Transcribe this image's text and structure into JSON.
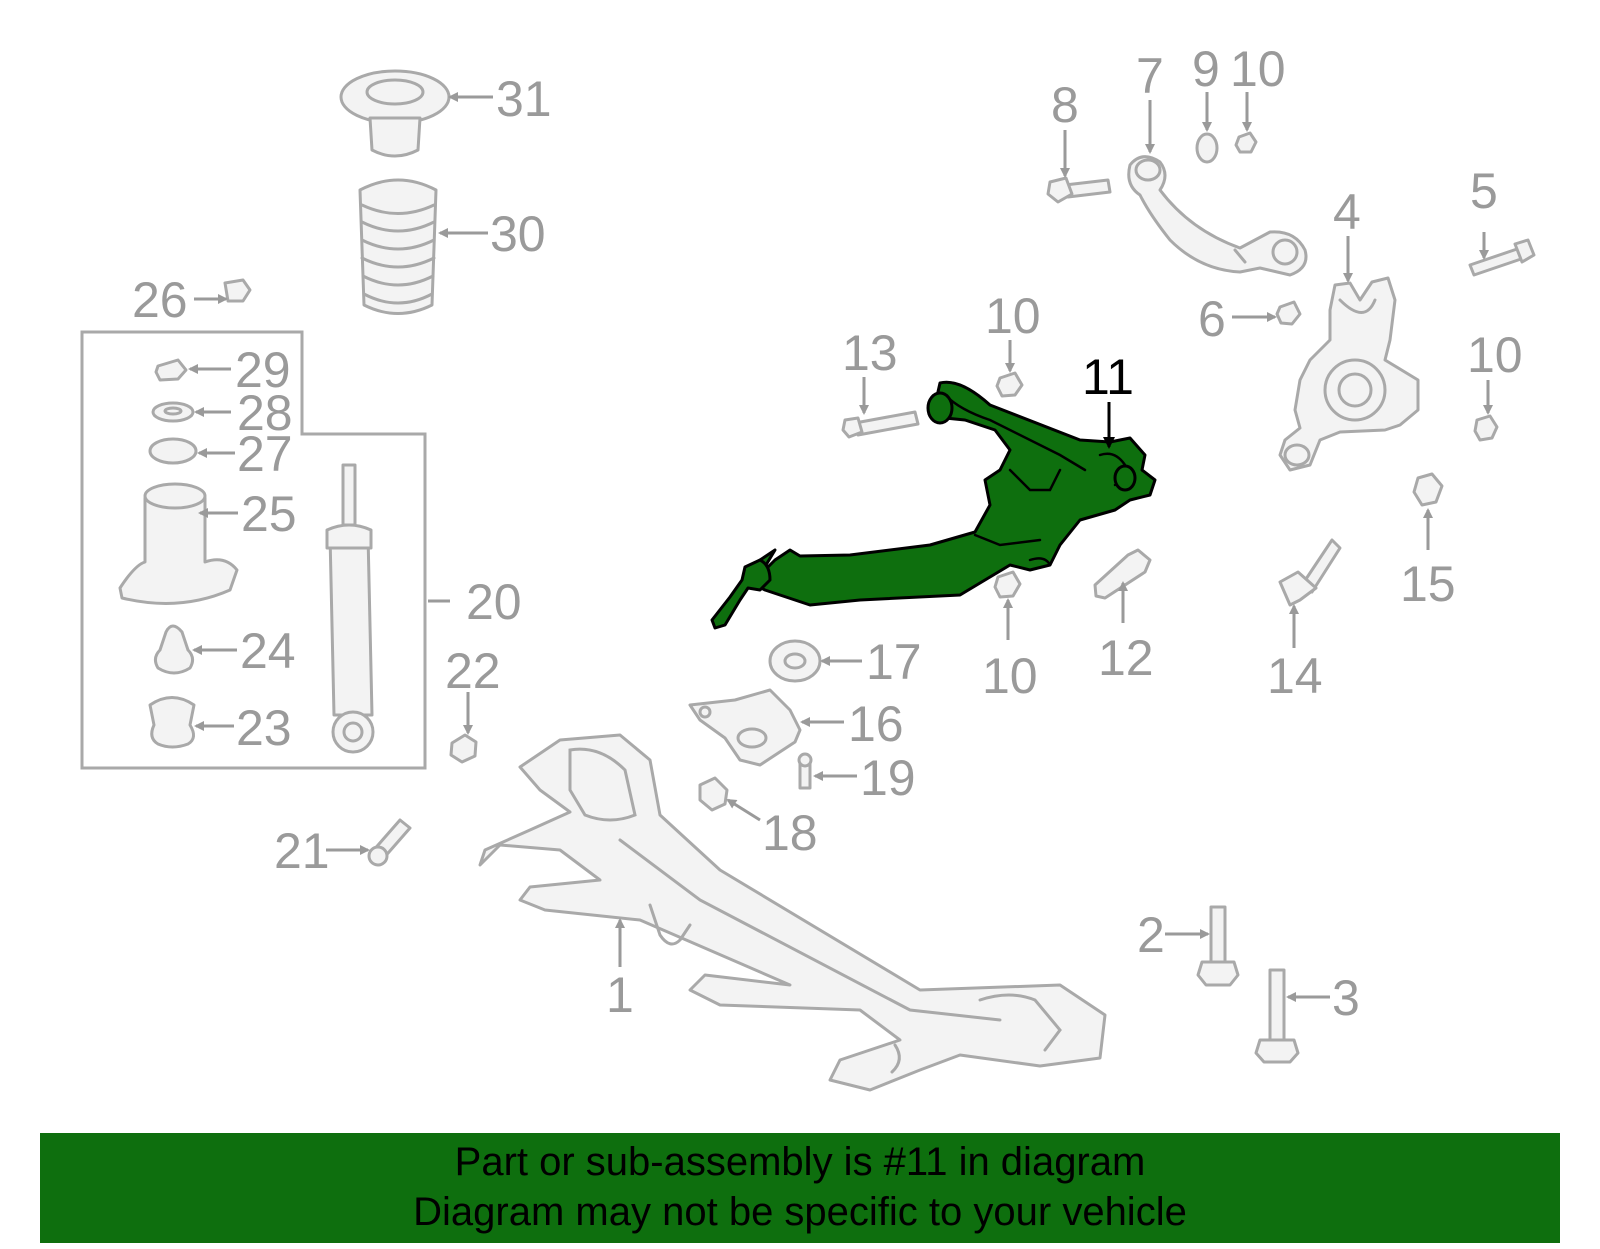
{
  "diagram": {
    "highlight_color": "#0e6f0e",
    "part_color": "#a9a9a9",
    "highlighted_part": "11",
    "callouts": {
      "c1": "1",
      "c2": "2",
      "c3": "3",
      "c4": "4",
      "c5": "5",
      "c6": "6",
      "c7": "7",
      "c8": "8",
      "c9": "9",
      "c10a": "10",
      "c10b": "10",
      "c10c": "10",
      "c10d": "10",
      "c11": "11",
      "c12": "12",
      "c13": "13",
      "c14": "14",
      "c15": "15",
      "c16": "16",
      "c17": "17",
      "c18": "18",
      "c19": "19",
      "c20": "20",
      "c21": "21",
      "c22": "22",
      "c23": "23",
      "c24": "24",
      "c25": "25",
      "c26": "26",
      "c27": "27",
      "c28": "28",
      "c29": "29",
      "c30": "30",
      "c31": "31"
    }
  },
  "banner": {
    "line1": "Part or sub-assembly is #11 in diagram",
    "line2": "Diagram may not be specific to your vehicle"
  }
}
